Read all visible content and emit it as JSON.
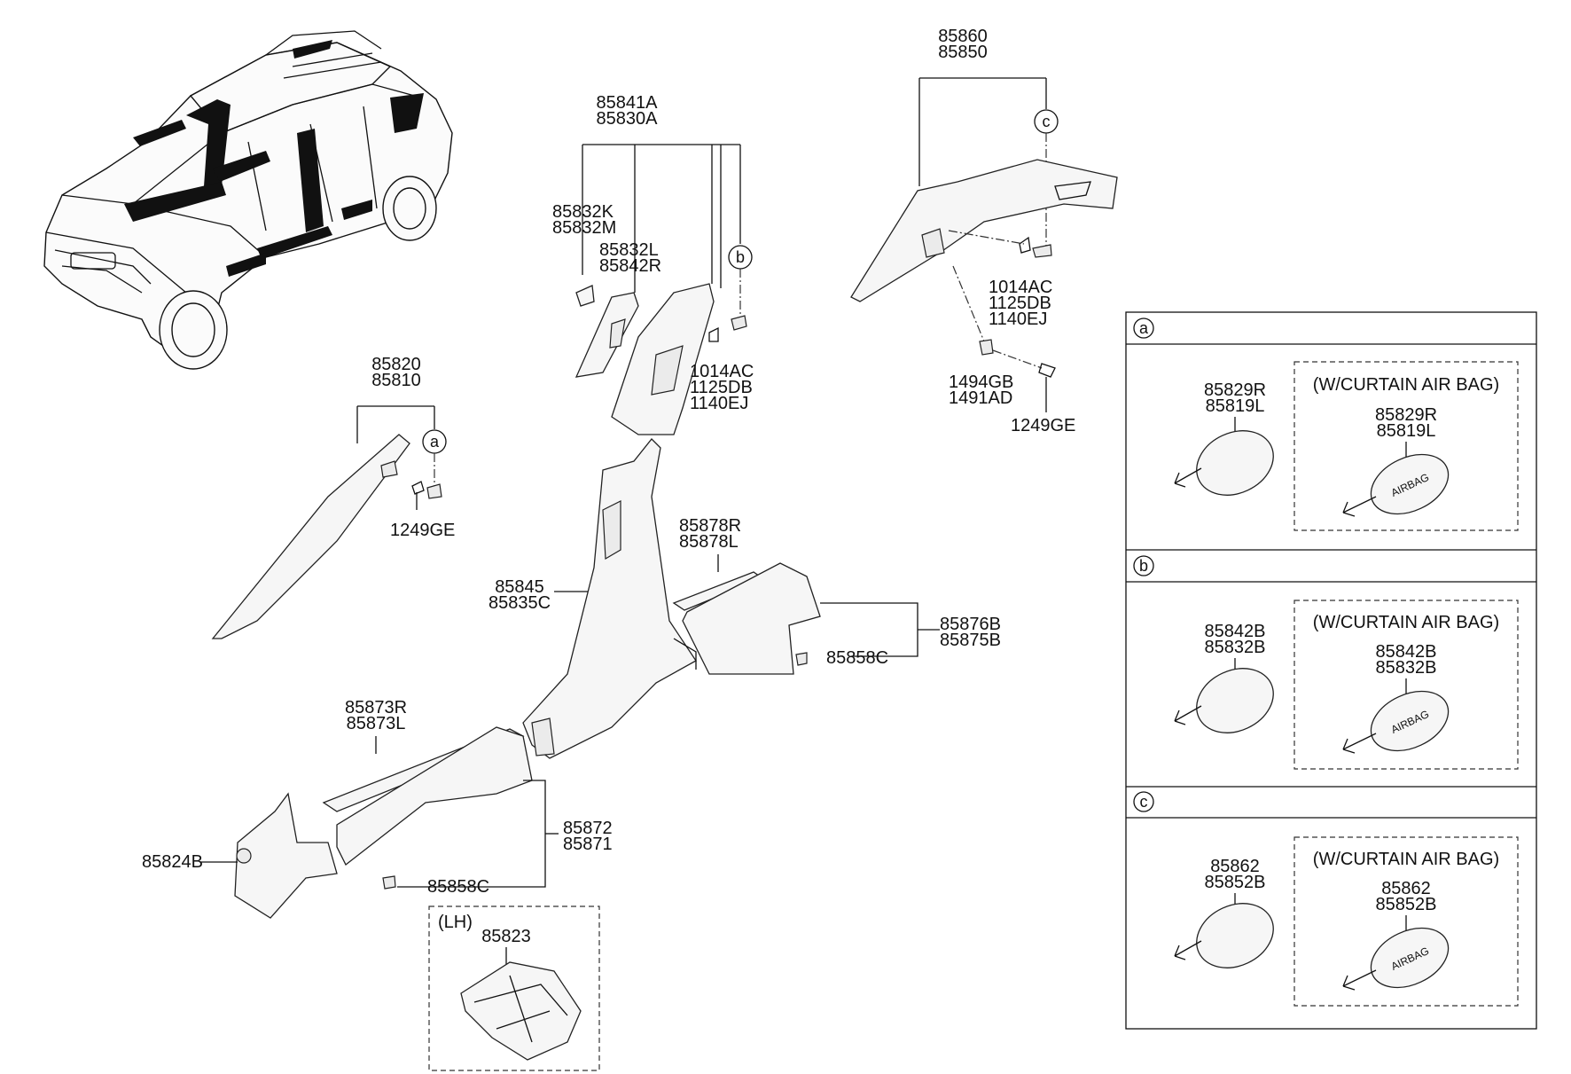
{
  "callout_letters": {
    "a": "a",
    "b": "b",
    "c": "c"
  },
  "labels": {
    "p85860": "85860",
    "p85850": "85850",
    "p85841A": "85841A",
    "p85830A": "85830A",
    "p85832K": "85832K",
    "p85832M": "85832M",
    "p85832L": "85832L",
    "p85842R": "85842R",
    "p1014AC_b": "1014AC",
    "p1125DB_b": "1125DB",
    "p1140EJ_b": "1140EJ",
    "p1014AC_c": "1014AC",
    "p1125DB_c": "1125DB",
    "p1140EJ_c": "1140EJ",
    "p1494GB": "1494GB",
    "p1491AD": "1491AD",
    "p1249GE_c": "1249GE",
    "p85820": "85820",
    "p85810": "85810",
    "p1249GE_a": "1249GE",
    "p85845": "85845",
    "p85835C": "85835C",
    "p85878R": "85878R",
    "p85878L": "85878L",
    "p85876B": "85876B",
    "p85875B": "85875B",
    "p85858C_r": "85858C",
    "p85873R": "85873R",
    "p85873L": "85873L",
    "p85872": "85872",
    "p85871": "85871",
    "p85824B": "85824B",
    "p85858C_f": "85858C",
    "lh": "(LH)",
    "p85823": "85823"
  },
  "legend": {
    "a": {
      "letter": "a",
      "std_top": "85829R",
      "std_bottom": "85819L",
      "option": "(W/CURTAIN AIR BAG)",
      "opt_top": "85829R",
      "opt_bottom": "85819L",
      "badge": "AIRBAG"
    },
    "b": {
      "letter": "b",
      "std_top": "85842B",
      "std_bottom": "85832B",
      "option": "(W/CURTAIN AIR BAG)",
      "opt_top": "85842B",
      "opt_bottom": "85832B",
      "badge": "AIRBAG"
    },
    "c": {
      "letter": "c",
      "std_top": "85862",
      "std_bottom": "85852B",
      "option": "(W/CURTAIN AIR BAG)",
      "opt_top": "85862",
      "opt_bottom": "85852B",
      "badge": "AIRBAG"
    }
  }
}
